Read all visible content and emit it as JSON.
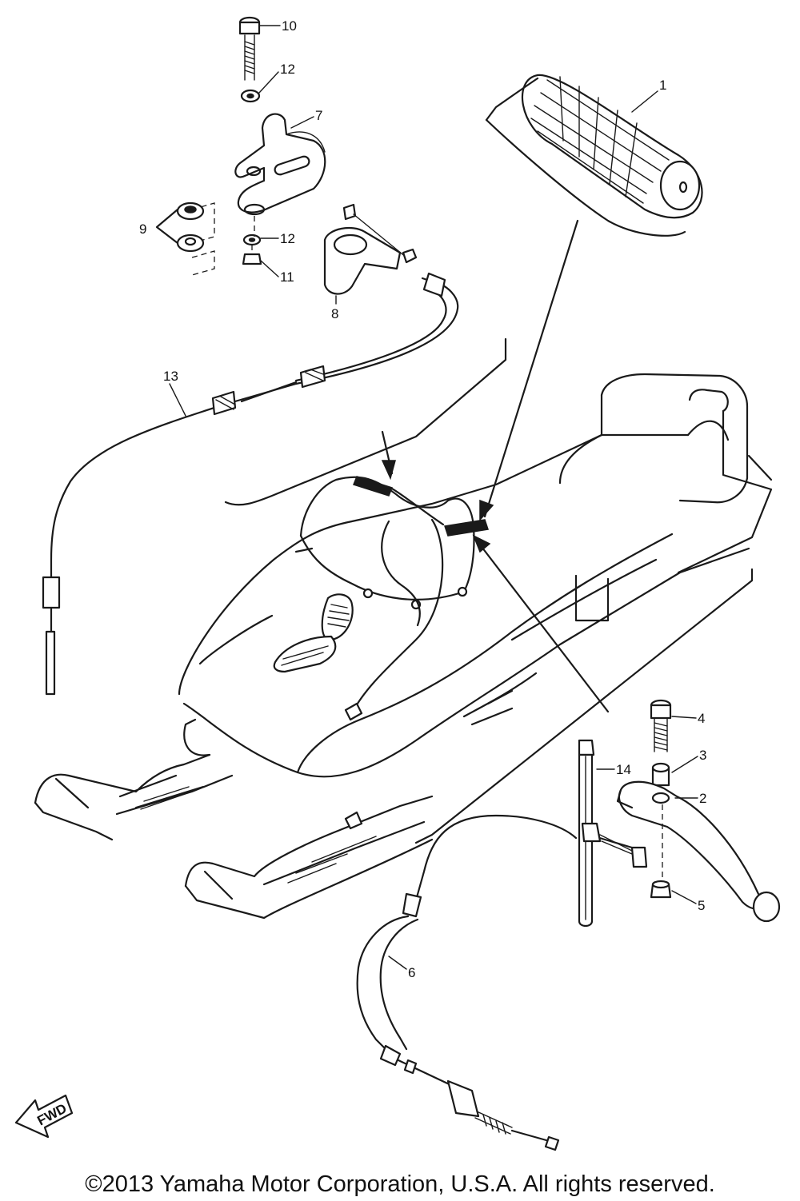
{
  "callouts": [
    {
      "num": "1",
      "part": "grip"
    },
    {
      "num": "2",
      "part": "lever"
    },
    {
      "num": "3",
      "part": "collar"
    },
    {
      "num": "4",
      "part": "bolt"
    },
    {
      "num": "5",
      "part": "nut"
    },
    {
      "num": "6",
      "part": "cable"
    },
    {
      "num": "7",
      "part": "bracket"
    },
    {
      "num": "8",
      "part": "lever-holder"
    },
    {
      "num": "9",
      "part": "damper"
    },
    {
      "num": "10",
      "part": "bolt"
    },
    {
      "num": "11",
      "part": "nut"
    },
    {
      "num": "12",
      "part": "washer"
    },
    {
      "num": "12",
      "part": "washer"
    },
    {
      "num": "13",
      "part": "cable"
    },
    {
      "num": "14",
      "part": "tube"
    }
  ],
  "fwd_label": "FWD",
  "copyright": "©2013 Yamaha Motor Corporation, U.S.A. All rights reserved."
}
